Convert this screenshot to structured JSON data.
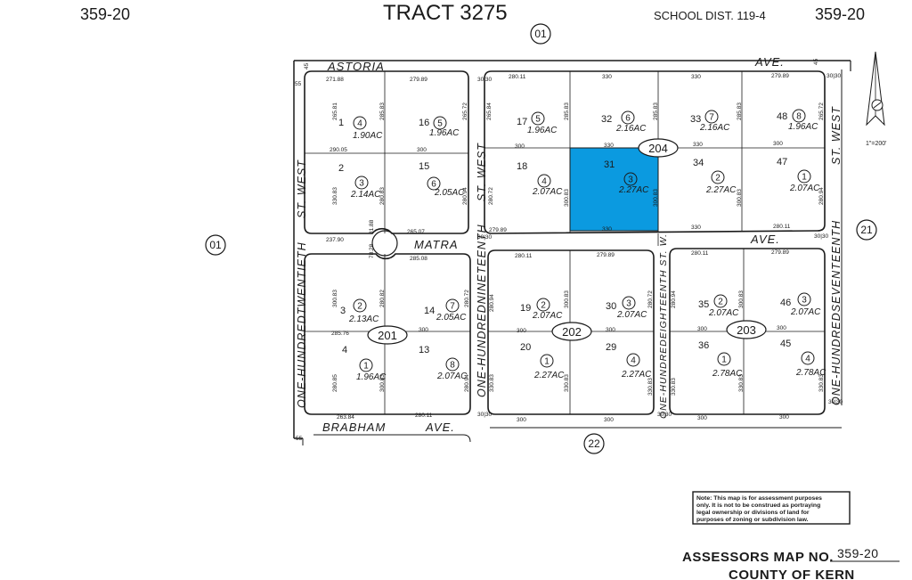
{
  "header": {
    "map_number_left": "359-20",
    "map_number_right": "359-20",
    "tract": "TRACT 3275",
    "school_district": "SCHOOL DIST. 119-4"
  },
  "book_refs": {
    "top": "01",
    "left": "01",
    "right": "21",
    "bottom": "22"
  },
  "streets": {
    "astoria": "ASTORIA",
    "astoria_ave": "AVE.",
    "matra": "MATRA",
    "matra_ave": "AVE.",
    "brabham": "BRABHAM",
    "brabham_ave": "AVE.",
    "st_120": "ONE-HUNDREDTWENTIETH",
    "st_120_suffix": "ST.   WEST",
    "st_119": "ONE-HUNDREDNINETEENTH",
    "st_119_suffix": "ST.   WEST",
    "st_118": "ONE-HUNDREDEIGHTEENTH ST. W.",
    "st_117": "ONE-HUNDREDSEVENTEENTH",
    "st_117_suffix": "ST.   WEST"
  },
  "blocks": {
    "b201": "201",
    "b202": "202",
    "b203": "203",
    "b204": "204"
  },
  "lots": {
    "l1": "1",
    "l2": "2",
    "l3": "3",
    "l4": "4",
    "l13": "13",
    "l14": "14",
    "l15": "15",
    "l16": "16",
    "l17": "17",
    "l18": "18",
    "l31": "31",
    "l32": "32",
    "l33": "33",
    "l34": "34",
    "l47": "47",
    "l48": "48",
    "l19": "19",
    "l20": "20",
    "l29": "29",
    "l30": "30",
    "l35": "35",
    "l36": "36",
    "l45": "45",
    "l46": "46"
  },
  "parcels": {
    "p1_4": "4",
    "p1_4a": "1.90AC",
    "p16_5": "5",
    "p16_5a": "1.96AC",
    "p2_3": "3",
    "p2_3a": "2.14AC",
    "p15_6": "6",
    "p15_6a": "2.05AC",
    "p17_5": "5",
    "p17_5a": "1.96AC",
    "p32_6": "6",
    "p32_6a": "2.16AC",
    "p33_7": "7",
    "p33_7a": "2.16AC",
    "p48_8": "8",
    "p48_8a": "1.96AC",
    "p18_4": "4",
    "p18_4a": "2.07AC",
    "p31_3": "3",
    "p31_3a": "2.27AC",
    "p34_2": "2",
    "p34_2a": "2.27AC",
    "p47_1": "1",
    "p47_1a": "2.07AC",
    "p3_2": "2",
    "p3_2a": "2.13AC",
    "p14_7": "7",
    "p14_7a": "2.05AC",
    "p4_1": "1",
    "p4_1a": "1.96AC",
    "p13_8": "8",
    "p13_8a": "2.07AC",
    "p19_2": "2",
    "p19_2a": "2.07AC",
    "p30_3": "3",
    "p30_3a": "2.07AC",
    "p20_1": "1",
    "p20_1a": "2.27AC",
    "p29_4": "4",
    "p29_4a": "2.27AC",
    "p35_2": "2",
    "p35_2a": "2.07AC",
    "p46_3": "3",
    "p46_3a": "2.07AC",
    "p36_1": "1",
    "p36_1a": "2.78AC",
    "p45_4": "4",
    "p45_4a": "2.78AC"
  },
  "dims": {
    "d55a": "55",
    "d45a": "45",
    "d45b": "45",
    "d55b": "55",
    "d271_88": "271.88",
    "d279_89a": "279.89",
    "d280_11a": "280.11",
    "d330a": "330",
    "d330b": "330",
    "d279_89b": "279.89",
    "d265_81": "265.81",
    "d285_83a": "285.83",
    "d265_72a": "265.72",
    "d265_84": "265.84",
    "d285_83b": "285.83",
    "d285_83c": "285.83",
    "d285_83d": "285.83",
    "d265_72b": "265.72",
    "d290_05": "290.05",
    "d300a": "300",
    "d300b": "300",
    "d330c": "330",
    "d330d": "330",
    "d300c": "300",
    "d330_83a": "330.83",
    "d280_83": "280.83",
    "d280_94a": "280.94",
    "d280_72a": "280.72",
    "d300_83a": "300.83",
    "d300_83b": "300.83",
    "d300_83c": "300.83",
    "d280_94b": "280.94",
    "d237_90": "237.90",
    "d265_07": "265.07",
    "d285_08": "285.08",
    "d279_89c": "279.89",
    "d330e": "330",
    "d280_11b": "280.11",
    "d280_11c": "280.11",
    "d279_89d": "279.89",
    "d280_11d": "280.11",
    "d279_89e": "279.89",
    "d30_30a": "30|30",
    "d30_30b": "30|30",
    "d30_30c": "30|30",
    "d30_30d": "30|30",
    "d30_30e": "30|30",
    "d30_30f": "30|30",
    "d30_30g": "30|30",
    "d300_83d": "300.83",
    "d280_82": "280.82",
    "d280_72b": "280.72",
    "d280_94c": "280.94",
    "d300_83e": "300.83",
    "d280_72c": "280.72",
    "d280_94d": "280.94",
    "d300_83f": "300.83",
    "d285_76": "285.76",
    "d300d": "300",
    "d300e": "300",
    "d300f": "300",
    "d300g": "300",
    "d300h": "300",
    "d280_85": "280.85",
    "d300_83g": "300.83",
    "d280_94e": "280.94",
    "d330_83b": "330.83",
    "d330_83c": "330.83",
    "d330_83d": "330.83",
    "d330_83e": "330.83",
    "d330_83f": "330.83",
    "d330_83g": "330.83",
    "d263_84": "263.84",
    "d280_11e": "280.11",
    "d300i": "300",
    "d300j": "300",
    "d300k": "300",
    "d300l": "300",
    "d31_88": "31.88",
    "d78_28": "78.28"
  },
  "north_arrow_scale": "1\"=200'",
  "note": {
    "line1": "Note: This map is for assessment purposes",
    "line2": "only. It is not to be construed as portraying",
    "line3": "legal ownership or divisions of land for",
    "line4": "purposes of zoning or subdivision law."
  },
  "footer": {
    "label": "ASSESSORS MAP NO.",
    "number": "359-20",
    "county": "COUNTY OF KERN"
  },
  "colors": {
    "highlight": "#0b9ae0",
    "ink": "#1a1a1a"
  }
}
